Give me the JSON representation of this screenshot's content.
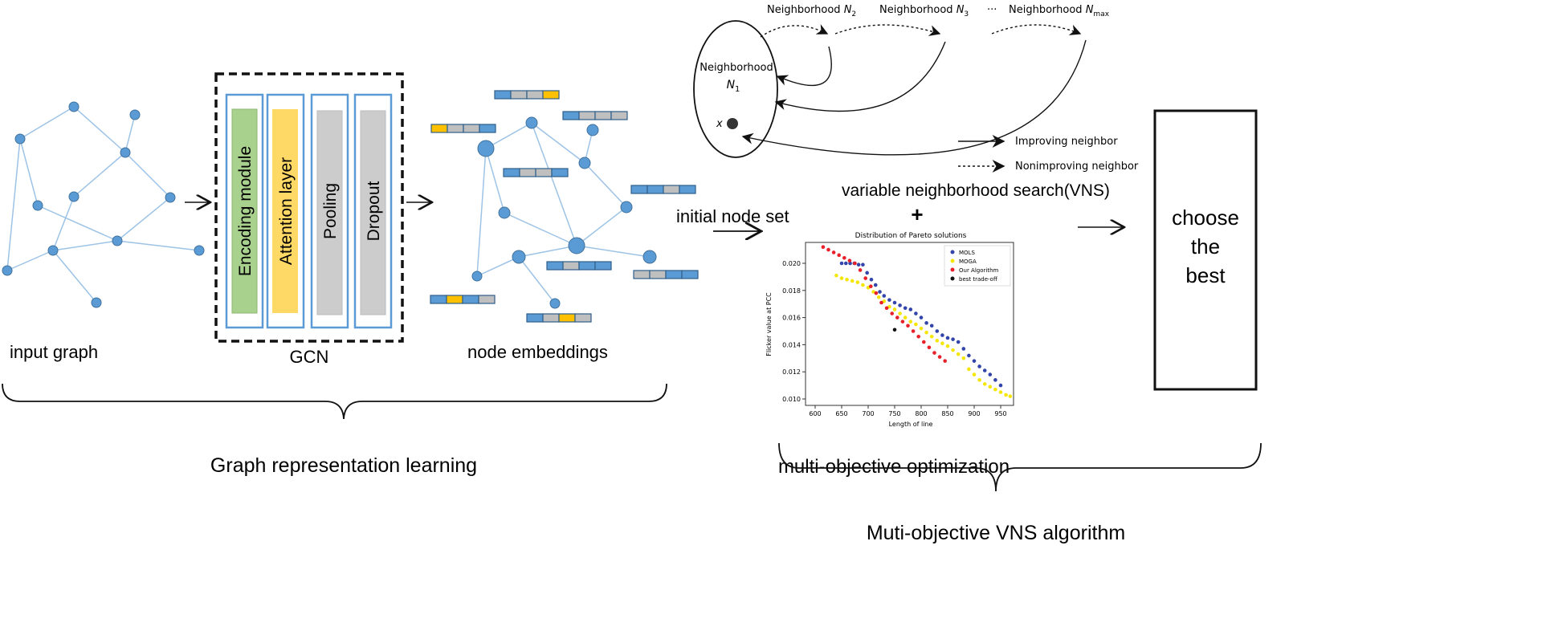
{
  "labels": {
    "input_graph": "input graph",
    "gcn": "GCN",
    "encoding_module": "Encoding module",
    "attention_layer": "Attention layer",
    "pooling": "Pooling",
    "dropout": "Dropout",
    "node_embeddings": "node embeddings",
    "graph_representation_learning": "Graph representation learning",
    "initial_node_set": "initial node set",
    "vns": "variable neighborhood search(VNS)",
    "plus": "+",
    "multi_objective_optimization": "multi-objective optimization",
    "muti_objective_vns": "Muti-objective VNS algorithm",
    "choose_the_best": [
      "choose",
      "the",
      "best"
    ]
  },
  "vns_diagram": {
    "n1_title": "Neighborhood",
    "n1_sub": "N",
    "n1_subscript": "1",
    "x_label": "x",
    "neighborhoods": [
      {
        "label": "Neighborhood ",
        "sym": "N",
        "sub": "2"
      },
      {
        "label": "Neighborhood ",
        "sym": "N",
        "sub": "3"
      },
      {
        "label": "Neighborhood ",
        "sym": "N",
        "sub": "max"
      }
    ],
    "ellipsis": "···",
    "legend_improving": "Improving neighbor",
    "legend_nonimproving": "Nonimproving neighbor"
  },
  "colors": {
    "node": "#5b9bd5",
    "edge": "#9dc3e6",
    "encoding": "#a9d18e",
    "attention": "#ffd966",
    "gray": "#bfbfbf",
    "orange": "#ffc000"
  },
  "chart_data": {
    "type": "scatter",
    "title": "Distribution of Pareto solutions",
    "xlabel": "Length of line",
    "ylabel": "Flicker value at PCC",
    "xlim": [
      600,
      975
    ],
    "ylim": [
      0.0095,
      0.0215
    ],
    "xticks": [
      "600",
      "650",
      "700",
      "750",
      "800",
      "850",
      "900",
      "950"
    ],
    "yticks": [
      "0.010",
      "0.012",
      "0.014",
      "0.016",
      "0.018",
      "0.020"
    ],
    "legend_position": "top-right",
    "series": [
      {
        "name": "MOLS",
        "color": "#3344aa",
        "x": [
          650,
          658,
          666,
          674,
          682,
          690,
          698,
          706,
          714,
          722,
          730,
          740,
          750,
          760,
          770,
          780,
          790,
          800,
          810,
          820,
          830,
          840,
          850,
          860,
          870,
          880,
          890,
          900,
          910,
          920,
          930,
          940,
          950
        ],
        "y": [
          0.02,
          0.02,
          0.02,
          0.02,
          0.0199,
          0.0199,
          0.0193,
          0.0188,
          0.0184,
          0.0179,
          0.0176,
          0.0173,
          0.0171,
          0.0169,
          0.0167,
          0.0166,
          0.0163,
          0.016,
          0.0156,
          0.0154,
          0.015,
          0.0147,
          0.0145,
          0.0144,
          0.0142,
          0.0137,
          0.0132,
          0.0128,
          0.0124,
          0.0121,
          0.0118,
          0.0114,
          0.011
        ]
      },
      {
        "name": "MOGA",
        "color": "#f5e60a",
        "x": [
          640,
          650,
          660,
          670,
          680,
          690,
          700,
          710,
          720,
          730,
          740,
          750,
          760,
          770,
          780,
          790,
          800,
          810,
          820,
          830,
          840,
          850,
          860,
          870,
          880,
          890,
          900,
          910,
          920,
          930,
          940,
          950,
          960,
          968
        ],
        "y": [
          0.0191,
          0.0189,
          0.0188,
          0.0187,
          0.0186,
          0.0184,
          0.0182,
          0.0179,
          0.0175,
          0.0172,
          0.0168,
          0.0166,
          0.0163,
          0.016,
          0.0157,
          0.0155,
          0.0152,
          0.0149,
          0.0146,
          0.0143,
          0.0141,
          0.0139,
          0.0136,
          0.0133,
          0.013,
          0.0122,
          0.0118,
          0.0114,
          0.0111,
          0.0109,
          0.0107,
          0.0105,
          0.0103,
          0.0102
        ]
      },
      {
        "name": "Our Algorithm",
        "color": "#e8202a",
        "x": [
          615,
          625,
          635,
          645,
          655,
          665,
          675,
          685,
          695,
          705,
          715,
          725,
          735,
          745,
          755,
          765,
          775,
          785,
          795,
          805,
          815,
          825,
          835,
          845
        ],
        "y": [
          0.0212,
          0.021,
          0.0208,
          0.0206,
          0.0204,
          0.0202,
          0.02,
          0.0195,
          0.0189,
          0.0183,
          0.0178,
          0.0171,
          0.0167,
          0.0163,
          0.016,
          0.0157,
          0.0154,
          0.015,
          0.0146,
          0.0142,
          0.0138,
          0.0134,
          0.0131,
          0.0128
        ]
      },
      {
        "name": "best trade-off",
        "color": "#111111",
        "x": [
          750
        ],
        "y": [
          0.0151
        ]
      }
    ]
  }
}
